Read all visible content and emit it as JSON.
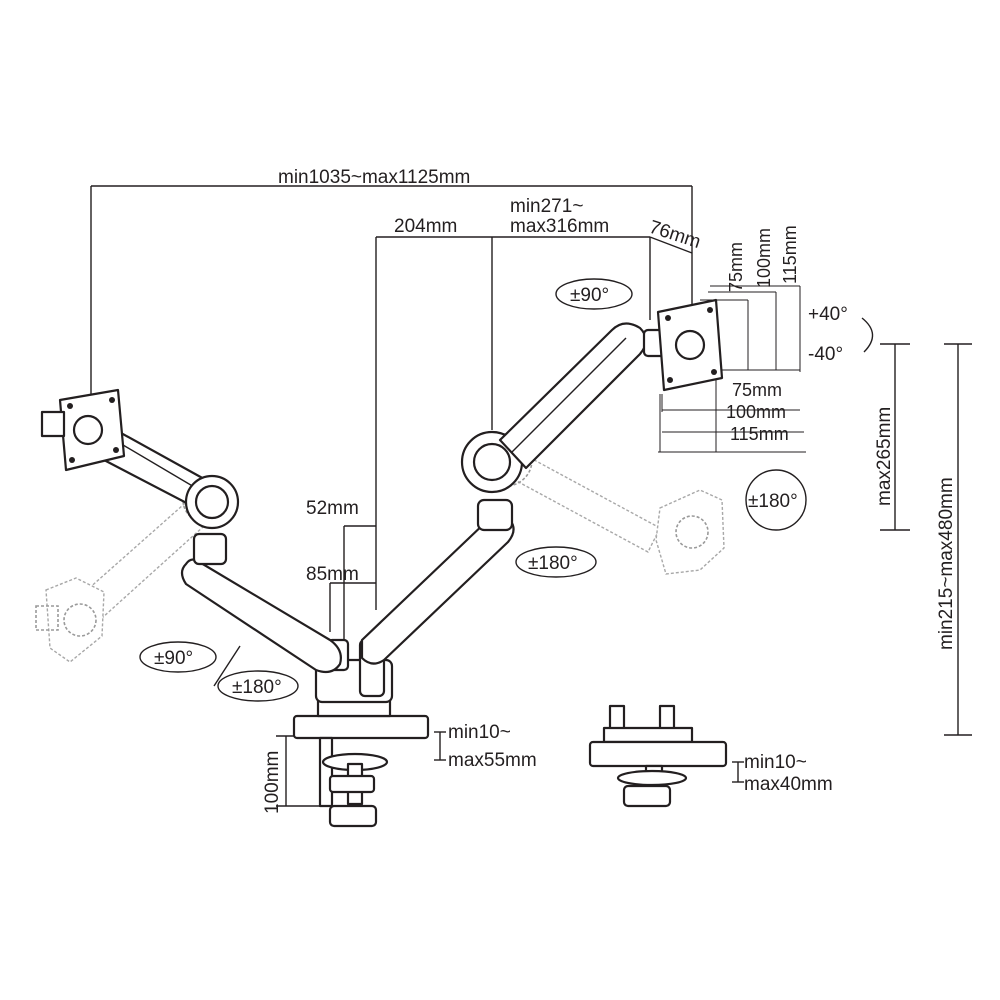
{
  "dimensions": {
    "overall_width": "min1035~max1125mm",
    "span_204": "204mm",
    "arm_range_line1": "min271~",
    "arm_range_line2": "max316mm",
    "offset_76": "76mm",
    "offset_52": "52mm",
    "offset_85": "85mm",
    "vesa_75": "75mm",
    "vesa_100": "100mm",
    "vesa_115": "115mm",
    "max_height_265": "max265mm",
    "height_range": "min215~max480mm",
    "clamp_height": "100mm",
    "clamp_range_line1": "min10~",
    "clamp_range_line2": "max55mm",
    "grommet_range_line1": "min10~",
    "grommet_range_line2": "max40mm"
  },
  "rotations": {
    "swivel_top": "±90°",
    "tilt_up": "+40°",
    "tilt_down": "-40°",
    "rotate_right": "±180°",
    "rotate_center": "±180°",
    "swivel_left": "±90°",
    "rotate_left": "±180°"
  }
}
